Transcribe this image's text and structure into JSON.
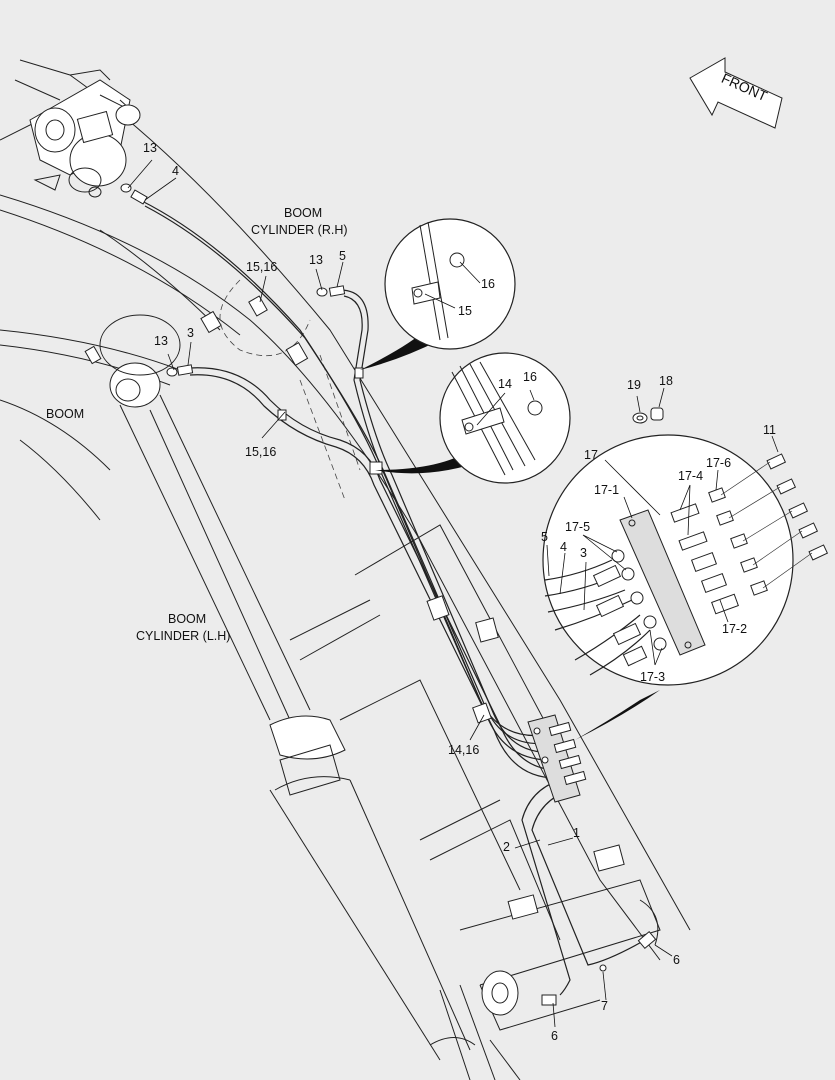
{
  "direction": {
    "label": "FRONT"
  },
  "component_names": {
    "boom": "BOOM",
    "boom_cylinder_rh_line1": "BOOM",
    "boom_cylinder_rh_line2": "CYLINDER (R.H)",
    "boom_cylinder_lh_line1": "BOOM",
    "boom_cylinder_lh_line2": "CYLINDER (L.H)"
  },
  "callouts": {
    "p13a": "13",
    "p4": "4",
    "p13b": "13",
    "p5": "5",
    "p15_16a": "15,16",
    "p13c": "13",
    "p3": "3",
    "p15_16b": "15,16",
    "p16a": "16",
    "p15": "15",
    "p14": "14",
    "p16b": "16",
    "p19": "19",
    "p18": "18",
    "p11": "11",
    "p17": "17",
    "p17_1": "17-1",
    "p17_4": "17-4",
    "p17_6": "17-6",
    "p17_5": "17-5",
    "p5d": "5",
    "p4d": "4",
    "p3d": "3",
    "p17_2": "17-2",
    "p17_3": "17-3",
    "p14_16": "14,16",
    "p2": "2",
    "p1": "1",
    "p6a": "6",
    "p6b": "6",
    "p7": "7"
  }
}
